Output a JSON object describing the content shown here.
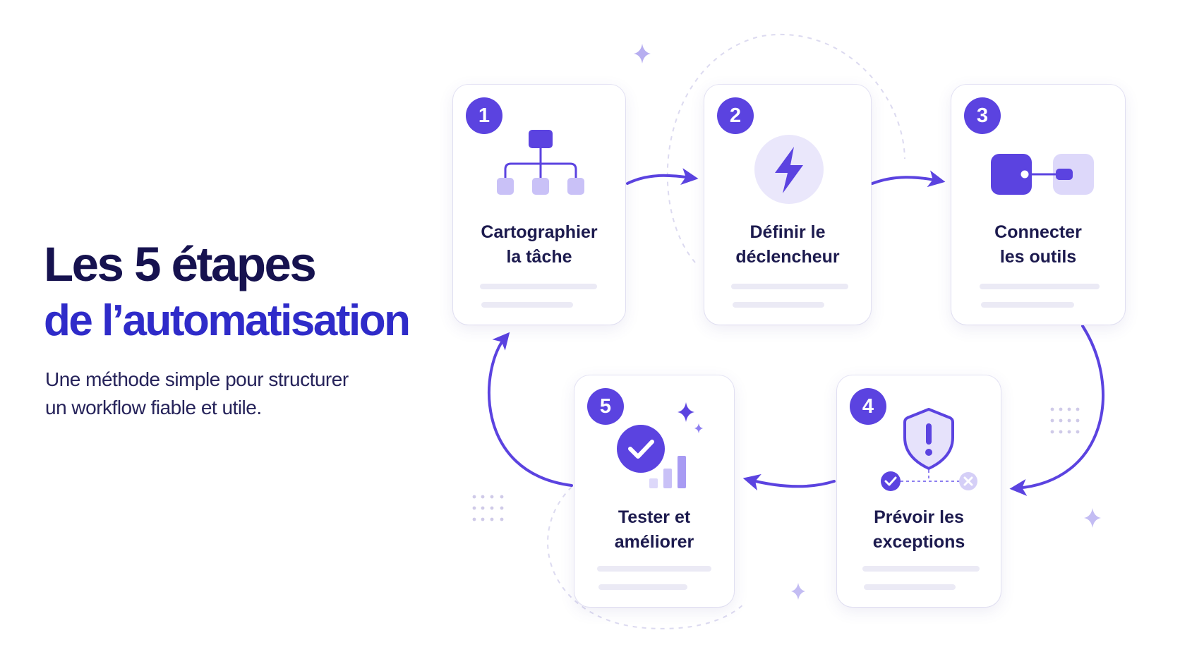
{
  "heading": {
    "line1": "Les 5 étapes",
    "line2": "de l’automatisation"
  },
  "subtitle": {
    "line1": "Une méthode simple pour structurer",
    "line2": "un workflow fiable et utile."
  },
  "colors": {
    "accent": "#5b43e0",
    "accent_light": "#c9c1f7",
    "heading_dark": "#16124f",
    "heading_blue": "#2f2bc9",
    "text": "#26235a"
  },
  "steps": [
    {
      "number": "1",
      "label_line1": "Cartographier",
      "label_line2": "la tâche",
      "icon": "hierarchy-icon"
    },
    {
      "number": "2",
      "label_line1": "Définir le",
      "label_line2": "déclencheur",
      "icon": "lightning-icon"
    },
    {
      "number": "3",
      "label_line1": "Connecter",
      "label_line2": "les outils",
      "icon": "connector-icon"
    },
    {
      "number": "4",
      "label_line1": "Prévoir les",
      "label_line2": "exceptions",
      "icon": "shield-alert-icon"
    },
    {
      "number": "5",
      "label_line1": "Tester et",
      "label_line2": "améliorer",
      "icon": "check-chart-icon"
    }
  ]
}
